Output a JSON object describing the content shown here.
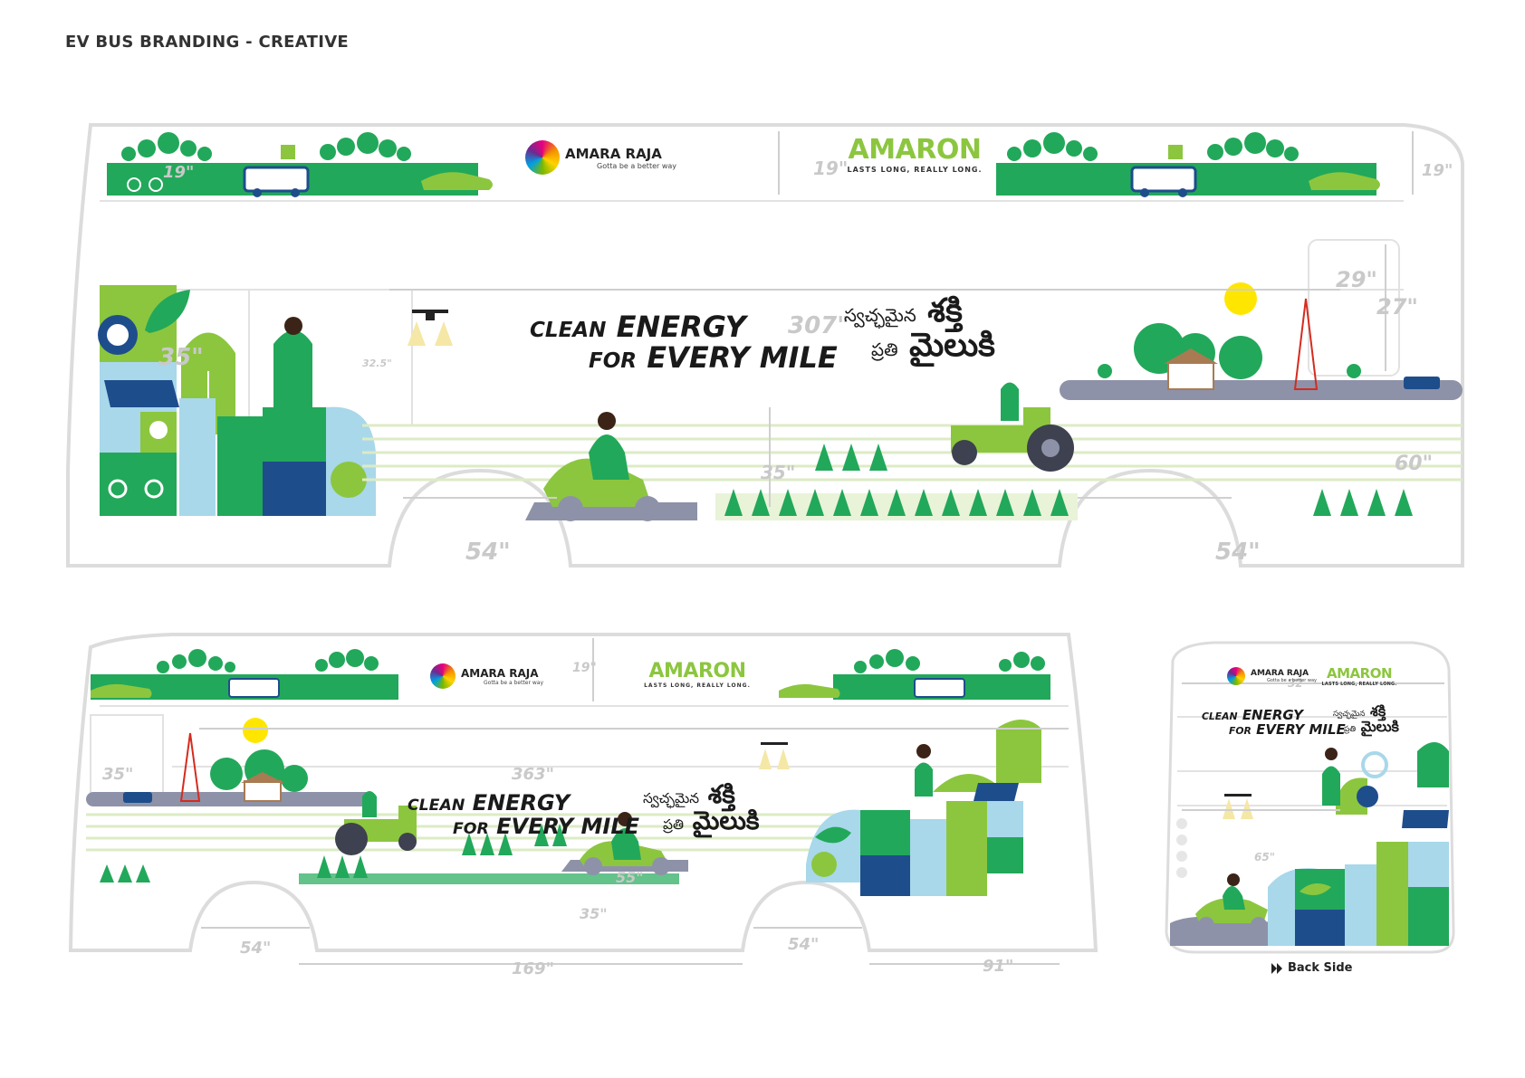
{
  "page_title": "EV BUS BRANDING - CREATIVE",
  "brand": {
    "amara_raja_name": "AMARA RAJA",
    "amara_raja_tagline": "Gotta be a better way",
    "amaron_name": "AMARON",
    "amaron_tagline": "LASTS LONG, REALLY LONG."
  },
  "headline": {
    "line1_a": "CLEAN",
    "line1_b": "ENERGY",
    "line2_a": "FOR",
    "line2_b": "EVERY MILE"
  },
  "telugu": {
    "line1_a": "స్వచ్ఛమైన",
    "line1_b": "శక్తి",
    "line2_a": "ప్రతి",
    "line2_b": "మైలుకి"
  },
  "dimensions_top": [
    "19\"",
    "19\"",
    "19\"",
    "307\"",
    "29\"",
    "27\"",
    "35\"",
    "54\"",
    "54\"",
    "60\"",
    "35\"",
    "32.5\""
  ],
  "dimensions_bottom": [
    "19\"",
    "35\"",
    "363\"",
    "54\"",
    "54\"",
    "169\"",
    "91\"",
    "55\"",
    "35\""
  ],
  "dimensions_back": [
    "32",
    "65\""
  ],
  "back_side_label": "Back Side",
  "colors": {
    "green_dark": "#22a85a",
    "green_light": "#8cc63f",
    "blue_light": "#a8d8ea",
    "road_gray": "#8e92a8",
    "outline_gray": "#d9d9d9"
  }
}
